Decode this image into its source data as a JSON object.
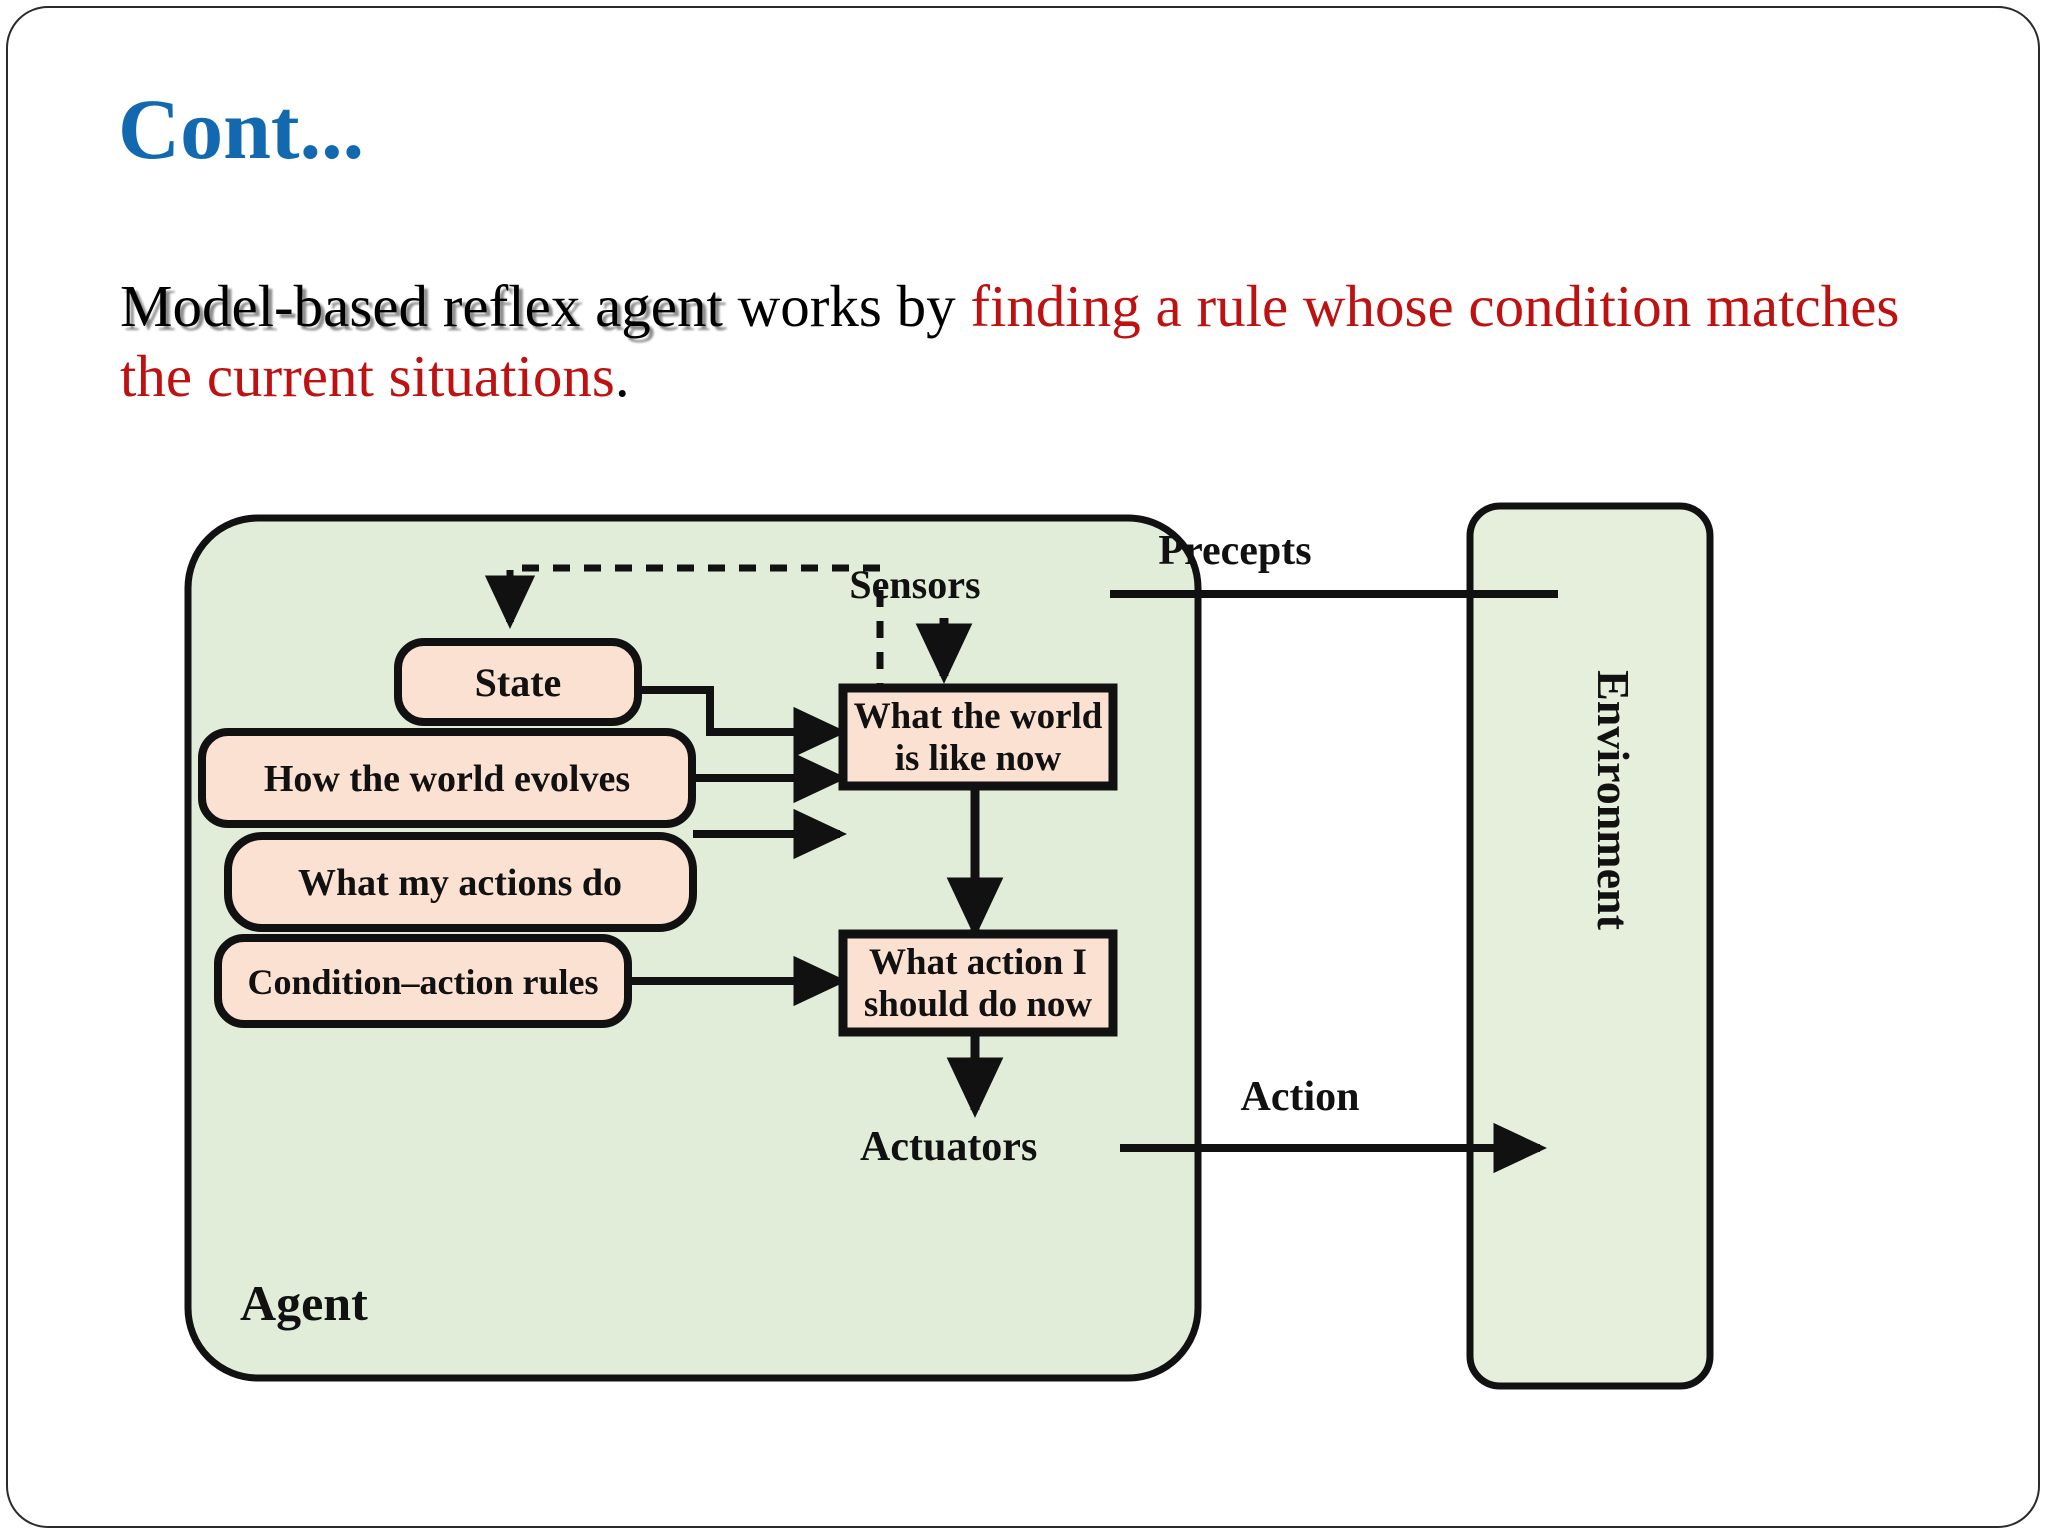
{
  "slide": {
    "title": "Cont...",
    "title_color": "#1269B0",
    "body": {
      "emphasis": "Model-based reflex agent",
      "connector": " works by ",
      "highlight": "finding a rule whose condition matches the current situations",
      "terminator": ".",
      "highlight_color": "#BE1111"
    }
  },
  "diagram": {
    "name": "model-based-reflex-agent-diagram",
    "colors": {
      "agent_fill": "#E2EDD9",
      "environment_fill": "#E6EEDC",
      "box_fill": "#FBE1D2",
      "stroke": "#111111"
    },
    "agent_label": "Agent",
    "environment_label": "Environment",
    "precepts_label": "Precepts",
    "action_label": "Action",
    "sensors_label": "Sensors",
    "actuators_label": "Actuators",
    "boxes": {
      "state": "State",
      "how_world_evolves": "How the world evolves",
      "what_my_actions_do": "What my actions do",
      "condition_action_rules": "Condition–action rules",
      "what_world_is_like_now_line1": "What the world",
      "what_world_is_like_now_line2": "is like now",
      "what_action_line1": "What action I",
      "what_action_line2": "should do now"
    }
  }
}
